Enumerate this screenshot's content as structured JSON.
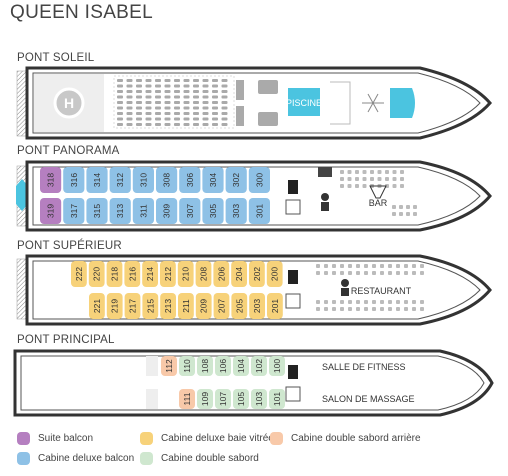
{
  "title": "QUEEN ISABEL",
  "decks": [
    {
      "name": "PONT SOLEIL",
      "labels": {
        "pool": "PISCINE",
        "heli": "H"
      }
    },
    {
      "name": "PONT PANORAMA",
      "labels": {
        "bar": "BAR"
      }
    },
    {
      "name": "PONT SUPÉRIEUR",
      "labels": {
        "restaurant": "RESTAURANT"
      }
    },
    {
      "name": "PONT PRINCIPAL",
      "labels": {
        "fitness": "SALLE DE FITNESS",
        "massage": "SALON DE MASSAGE"
      }
    }
  ],
  "cabins": {
    "panorama_top": [
      "318",
      "316",
      "314",
      "312",
      "310",
      "308",
      "306",
      "304",
      "302",
      "300"
    ],
    "panorama_bottom": [
      "319",
      "317",
      "315",
      "313",
      "311",
      "309",
      "307",
      "305",
      "303",
      "301"
    ],
    "superieur_top": [
      "222",
      "220",
      "218",
      "216",
      "214",
      "212",
      "210",
      "208",
      "206",
      "204",
      "202",
      "200"
    ],
    "superieur_bottom": [
      "221",
      "219",
      "217",
      "215",
      "213",
      "211",
      "209",
      "207",
      "205",
      "203",
      "201"
    ],
    "principal_top": [
      "112",
      "110",
      "108",
      "106",
      "104",
      "102",
      "100"
    ],
    "principal_bottom": [
      "111",
      "109",
      "107",
      "105",
      "103",
      "101"
    ]
  },
  "legend": [
    {
      "label": "Suite balcon",
      "color": "#b57fc0"
    },
    {
      "label": "Cabine deluxe baie vitrée",
      "color": "#f7d27a"
    },
    {
      "label": "Cabine double sabord arrière",
      "color": "#f8c9a9"
    },
    {
      "label": "Cabine deluxe balcon",
      "color": "#8ec1e6"
    },
    {
      "label": "Cabine double sabord",
      "color": "#cfe7cf"
    }
  ],
  "colors": {
    "suite": "#b57fc0",
    "deluxe_balcon": "#8ec1e6",
    "deluxe_baie": "#f7d27a",
    "sabord_arriere": "#f8c9a9",
    "sabord": "#cfe7cf",
    "pool": "#4bc4e0",
    "hull": "#333333"
  }
}
